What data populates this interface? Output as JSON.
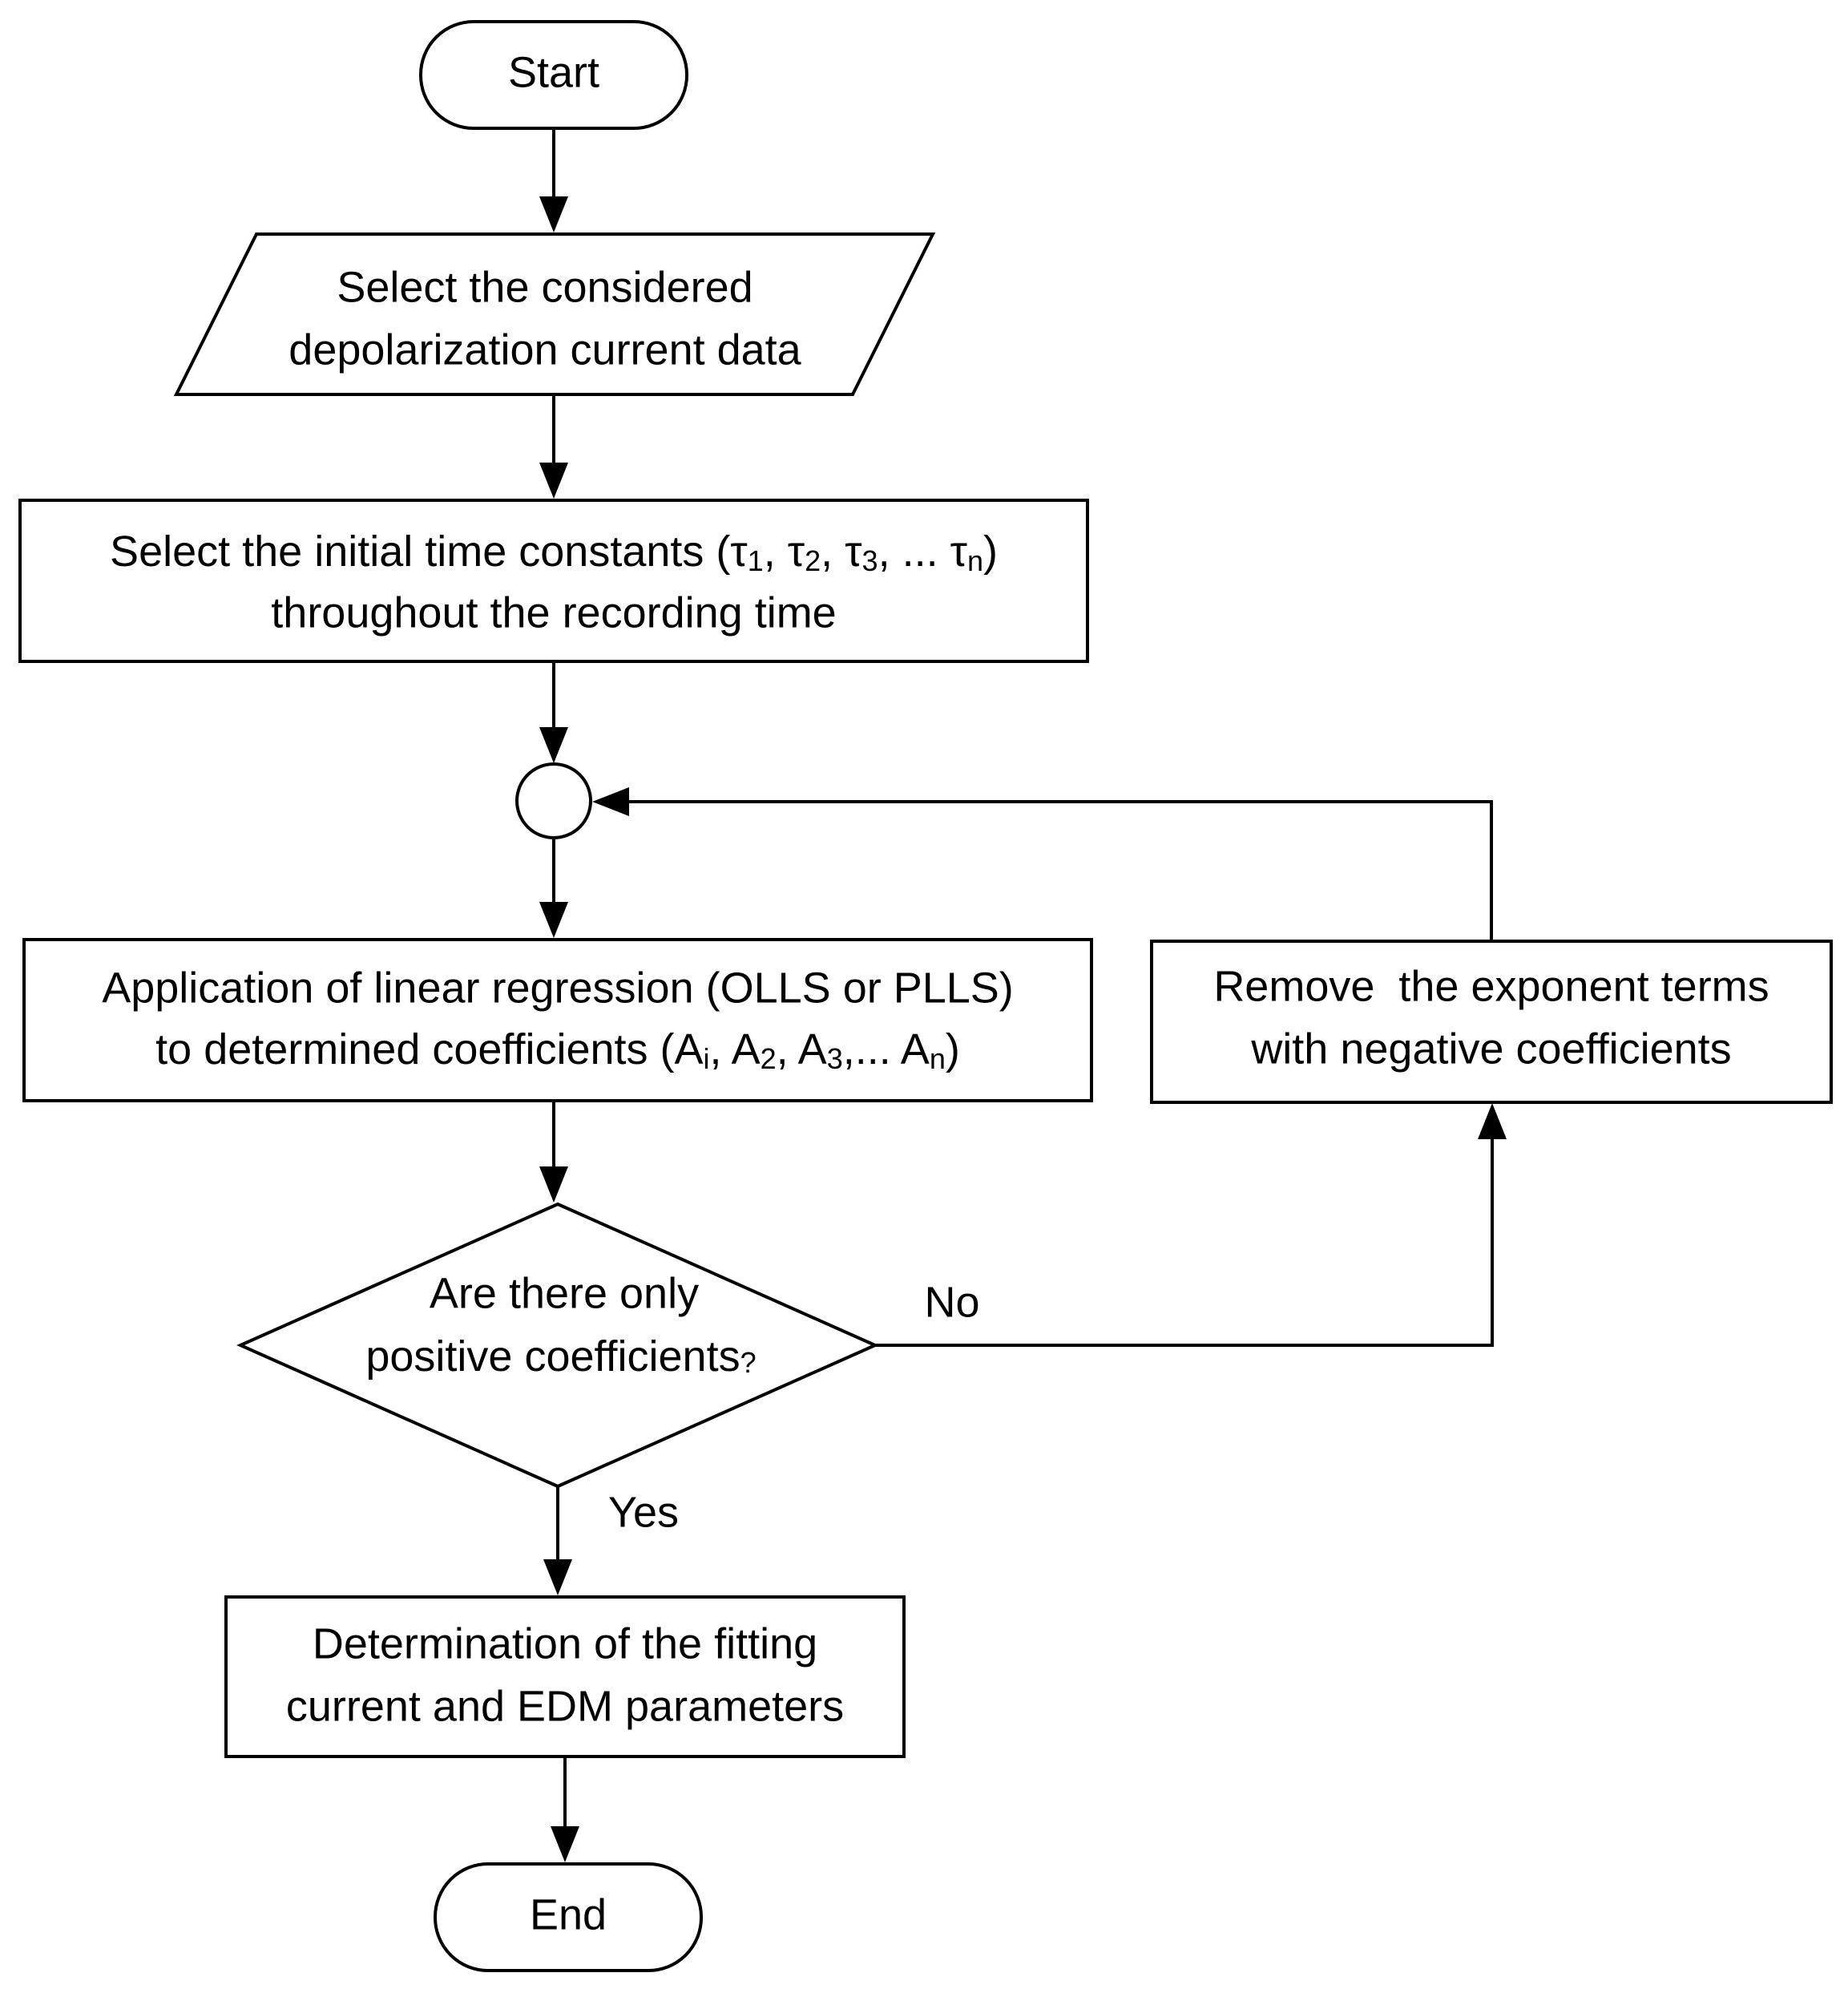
{
  "nodes": {
    "start": {
      "label": "Start"
    },
    "select_data": {
      "lines": [
        "Select the considered",
        "depolarization current data"
      ]
    },
    "select_tau": {
      "line1_prefix": "Select the initial time constants (",
      "tau": "τ",
      "sub1": "1",
      "sep": ", ",
      "sub2": "2",
      "sub3": "3",
      "ellipsis": ", ... ",
      "subn": "n",
      "close": ")",
      "line2": "throughout the recording time"
    },
    "regression": {
      "line1": "Application of linear regression (OLLS or PLLS)",
      "line2_prefix": "to determined coefficients (",
      "a": "A",
      "subi": "i",
      "sep": ", ",
      "sub2": "2",
      "sub3": "3",
      "ellipsis": ",... ",
      "subn": "n",
      "close": ")"
    },
    "remove_terms": {
      "lines": [
        "Remove  the exponent terms",
        "with negative coefficients"
      ]
    },
    "decision": {
      "line1": "Are there only",
      "line2": "positive coefficients",
      "qmark": "?"
    },
    "determination": {
      "lines": [
        "Determination of the fitting",
        "current and EDM parameters"
      ]
    },
    "end": {
      "label": "End"
    }
  },
  "edges": {
    "no_label": "No",
    "yes_label": "Yes"
  },
  "colors": {
    "stroke": "#000000",
    "fill": "#ffffff",
    "text": "#000000"
  }
}
